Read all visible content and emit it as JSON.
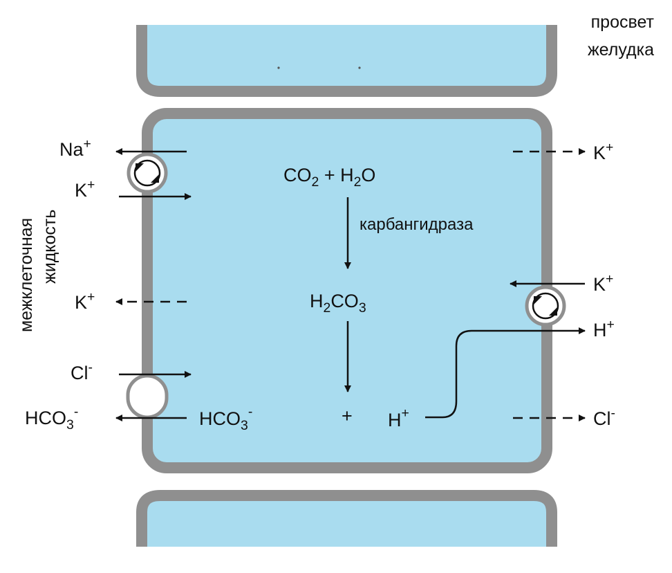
{
  "labels": {
    "lumen_line1": "просвет",
    "lumen_line2": "желудка",
    "interstitial_line1": "межклеточная",
    "interstitial_line2": "жидкость",
    "enzyme": "карбангидраза",
    "plus": "+"
  },
  "chemistry": {
    "co2_main": "CO",
    "co2_sub": "2",
    "plus_join": " + ",
    "h2o_main1": "H",
    "h2o_sub": "2",
    "h2o_main2": "O",
    "h2co3_h": "H",
    "h2co3_sub1": "2",
    "h2co3_co": "CO",
    "h2co3_sub2": "3",
    "hco3_main": "HCO",
    "hco3_sub": "3",
    "hco3_charge": "-",
    "h_main": "H",
    "h_charge": "+"
  },
  "ions_left": {
    "na_main": "Na",
    "na_charge": "+",
    "k1_main": "K",
    "k1_charge": "+",
    "k2_main": "K",
    "k2_charge": "+",
    "cl_main": "Cl",
    "cl_charge": "-",
    "hco3_main": "HCO",
    "hco3_sub": "3",
    "hco3_charge": "-"
  },
  "ions_right": {
    "k1_main": "K",
    "k1_charge": "+",
    "k2_main": "K",
    "k2_charge": "+",
    "h_main": "H",
    "h_charge": "+",
    "cl_main": "Cl",
    "cl_charge": "-"
  },
  "colors": {
    "cytoplasm": "#a9dcef",
    "membrane": "#8f8f8f",
    "ink": "#111111"
  }
}
